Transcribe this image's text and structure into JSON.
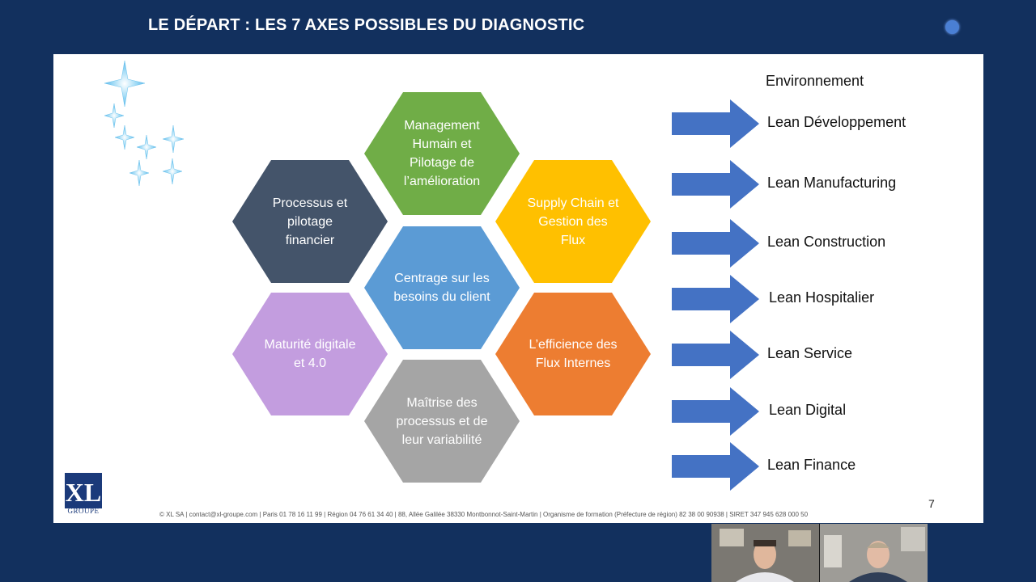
{
  "header": {
    "title": "LE DÉPART : LES 7 AXES POSSIBLES DU DIAGNOSTIC"
  },
  "slide": {
    "hexagons": [
      {
        "id": "mgmt",
        "label": "Management Humain et Pilotage de l’amélioration",
        "color": "#70ad47"
      },
      {
        "id": "proc",
        "label": "Processus et pilotage financier",
        "color": "#44546a"
      },
      {
        "id": "supply",
        "label": "Supply Chain et Gestion des Flux",
        "color": "#ffc000"
      },
      {
        "id": "centre",
        "label": "Centrage sur les besoins du client",
        "color": "#5b9bd5"
      },
      {
        "id": "matur",
        "label": "Maturité digitale et 4.0",
        "color": "#c39ddf"
      },
      {
        "id": "effic",
        "label": "L’efficience des Flux Internes",
        "color": "#ed7d31"
      },
      {
        "id": "maitr",
        "label": "Maîtrise des processus et de leur variabilité",
        "color": "#a5a5a5"
      }
    ],
    "environment_label": "Environnement",
    "lean_items": [
      "Lean Développement",
      "Lean Manufacturing",
      "Lean Construction",
      "Lean Hospitalier",
      "Lean Service",
      "Lean Digital",
      "Lean Finance"
    ],
    "arrow_color": "#4472c4",
    "page_number": "7",
    "footer": "© XL SA | contact@xl-groupe.com | Paris 01 78 16 11 99 | Région 04 76 61 34 40 | 88, Allée Galilée 38330 Montbonnot-Saint-Martin | Organisme de formation (Préfecture de région) 82 38 00 90938 | SIRET 347 945 628 000 50",
    "logo_text": "XL",
    "logo_sub": "GROUPE"
  },
  "colors": {
    "background": "#12305e",
    "header_dot": "#4a7fd4"
  }
}
